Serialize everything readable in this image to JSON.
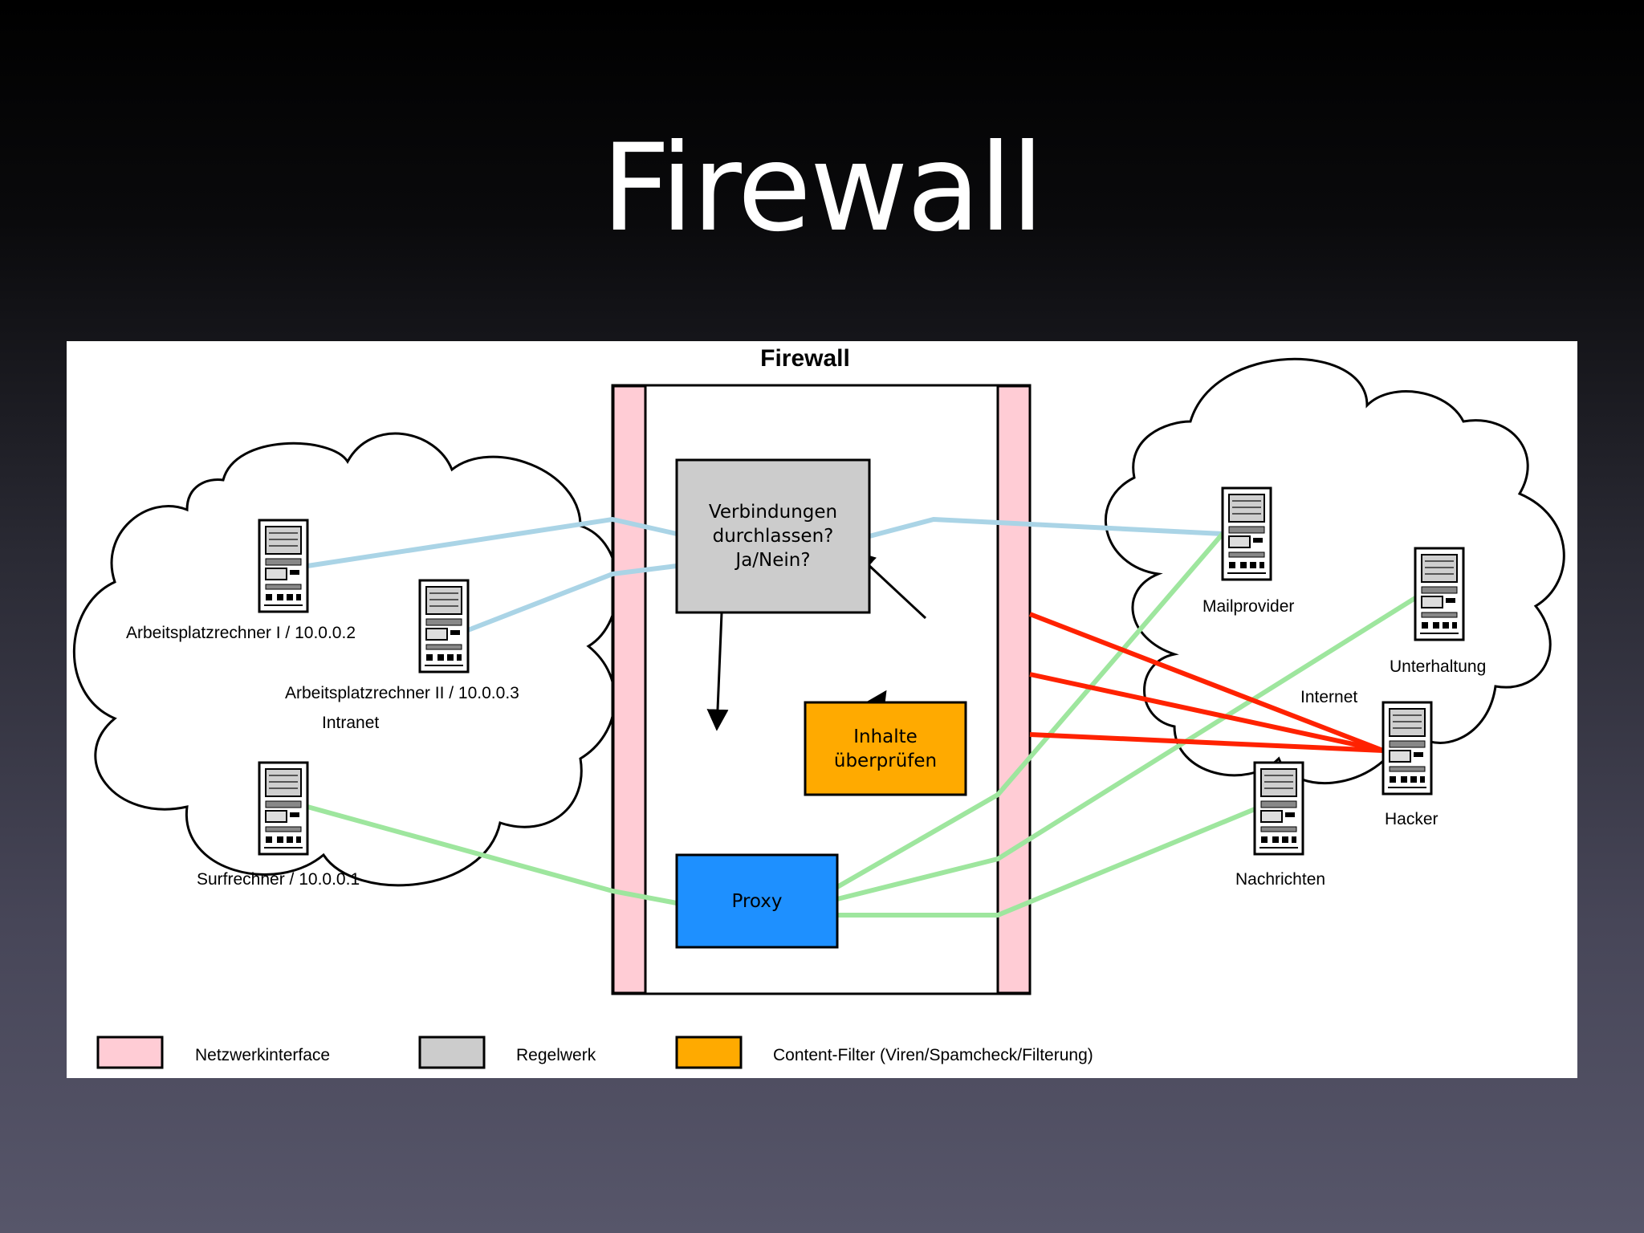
{
  "slide": {
    "title": "Firewall"
  },
  "diagram": {
    "title": "Firewall",
    "boxes": {
      "rules": [
        "Verbindungen",
        "durchlassen?",
        "Ja/Nein?"
      ],
      "content_filter": [
        "Inhalte",
        "überprüfen"
      ],
      "proxy": "Proxy"
    },
    "intranet": {
      "label": "Intranet",
      "hosts": {
        "pc1": "Arbeitsplatzrechner I / 10.0.0.2",
        "pc2": "Arbeitsplatzrechner II / 10.0.0.3",
        "surf": "Surfrechner / 10.0.0.1"
      }
    },
    "internet": {
      "label": "Internet",
      "hosts": {
        "mail": "Mailprovider",
        "entertainment": "Unterhaltung",
        "hacker": "Hacker",
        "news": "Nachrichten"
      }
    },
    "legend": {
      "interface": "Netzwerkinterface",
      "rules": "Regelwerk",
      "filter": "Content-Filter (Viren/Spamcheck/Filterung)"
    },
    "colors": {
      "interface": "#ffccd5",
      "rules": "#cccccc",
      "filter": "#ffaa00",
      "proxy": "#1e90ff",
      "allowed": "#9ee69e",
      "checked": "#aad4e6",
      "blocked": "#ff2200"
    }
  }
}
